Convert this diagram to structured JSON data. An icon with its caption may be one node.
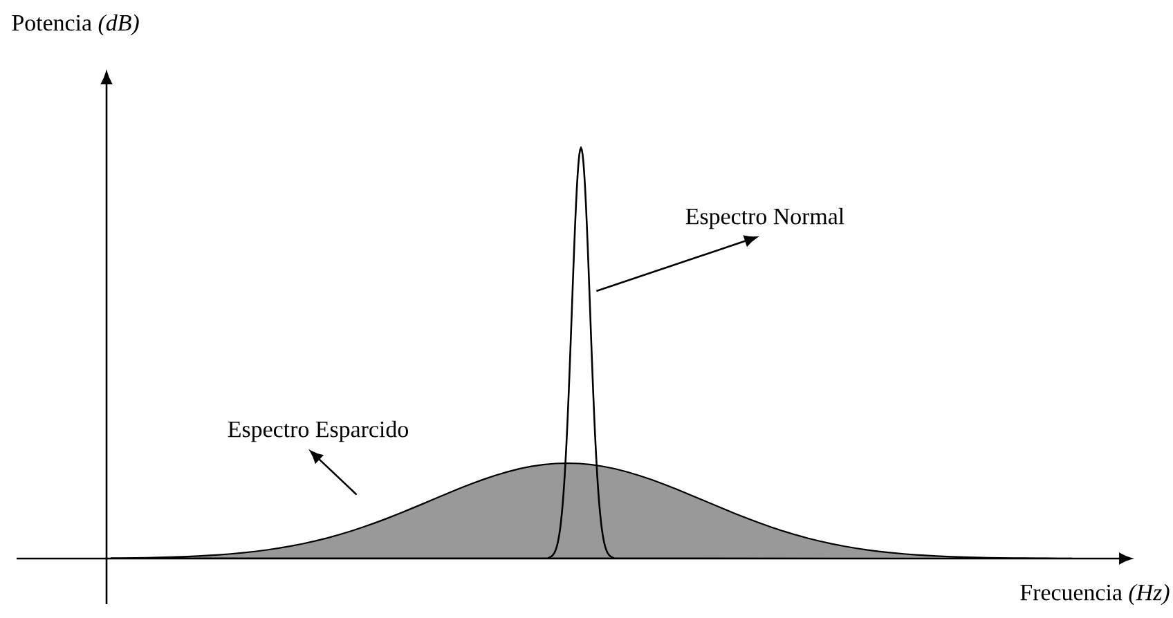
{
  "diagram": {
    "nodes": [
      {
        "text": [
          "Espectro Normal"
        ]
      },
      {
        "text": [],
        "shape": "curve"
      },
      {
        "text": [
          "Espectro Esparcido"
        ]
      },
      {
        "text": [],
        "shape": "area"
      }
    ],
    "edges": [
      {
        "from": 1,
        "to": 0,
        "arrow": "to"
      },
      {
        "from": 3,
        "to": 2,
        "arrow": "to"
      }
    ],
    "labels": [
      "Potencia  *(dB)*",
      "Frecuencia  *(Hz)*"
    ]
  }
}
